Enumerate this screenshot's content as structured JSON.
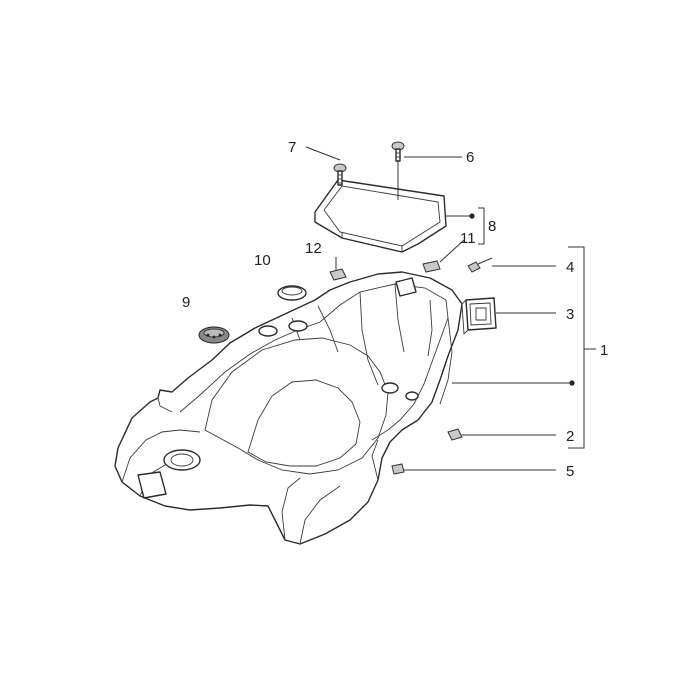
{
  "callouts": {
    "c1": "1",
    "c2": "2",
    "c3": "3",
    "c4": "4",
    "c5": "5",
    "c6": "6",
    "c7": "7",
    "c8": "8",
    "c9": "9",
    "c10": "10",
    "c11": "11",
    "c12": "12"
  },
  "colors": {
    "line": "#333333",
    "fill": "#ffffff",
    "shade": "#c9c9c9"
  },
  "icons": [
    "screw-icon",
    "grommet-icon",
    "clip-icon",
    "bracket-icon"
  ]
}
